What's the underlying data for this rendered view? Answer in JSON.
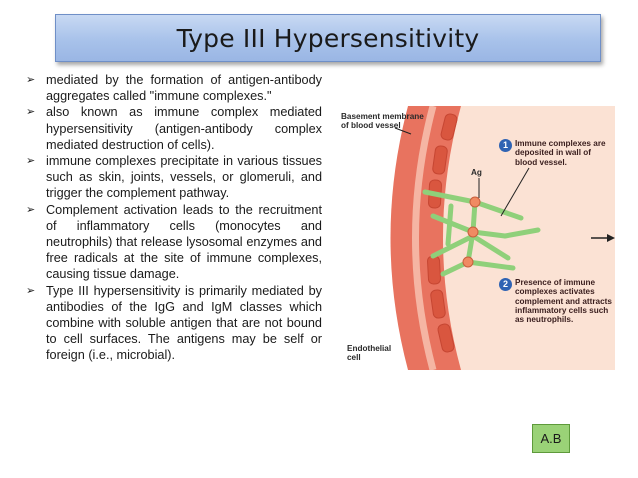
{
  "slide": {
    "title": "Type III Hypersensitivity",
    "bullet_marker": "➢",
    "bullets": [
      "mediated by the formation of antigen-antibody aggregates called \"immune complexes.\"",
      "also known as immune complex mediated hypersensitivity (antigen-antibody complex mediated destruction of cells).",
      "immune complexes precipitate in various tissues such as skin, joints, vessels, or glomeruli, and trigger the complement pathway.",
      "Complement activation leads to the recruitment of inflammatory cells (monocytes and neutrophils) that release lysosomal enzymes and free radicals at the site of immune complexes, causing tissue damage.",
      "Type III hypersensitivity is primarily mediated by antibodies of the IgG and IgM classes which combine with soluble antigen that are not bound to cell surfaces. The antigens may be self or foreign (i.e., microbial)."
    ],
    "author_tag": "A.B"
  },
  "figure": {
    "label_basement": "Basement membrane of blood vessel",
    "label_ag": "Ag",
    "label_endothelial": "Endothelial cell",
    "step1_number": "1",
    "step1_text": "Immune complexes are deposited in wall of blood vessel.",
    "step2_number": "2",
    "step2_text": "Presence of immune complexes activates complement and attracts inflammatory cells such as neutrophils.",
    "colors": {
      "vessel_wall": "#e8735f",
      "vessel_band": "#f5b5a3",
      "lumen": "#fbe2d4",
      "complex_lines": "#8fd07a",
      "antigen": "#f08a62",
      "badge": "#2f63b3"
    }
  }
}
